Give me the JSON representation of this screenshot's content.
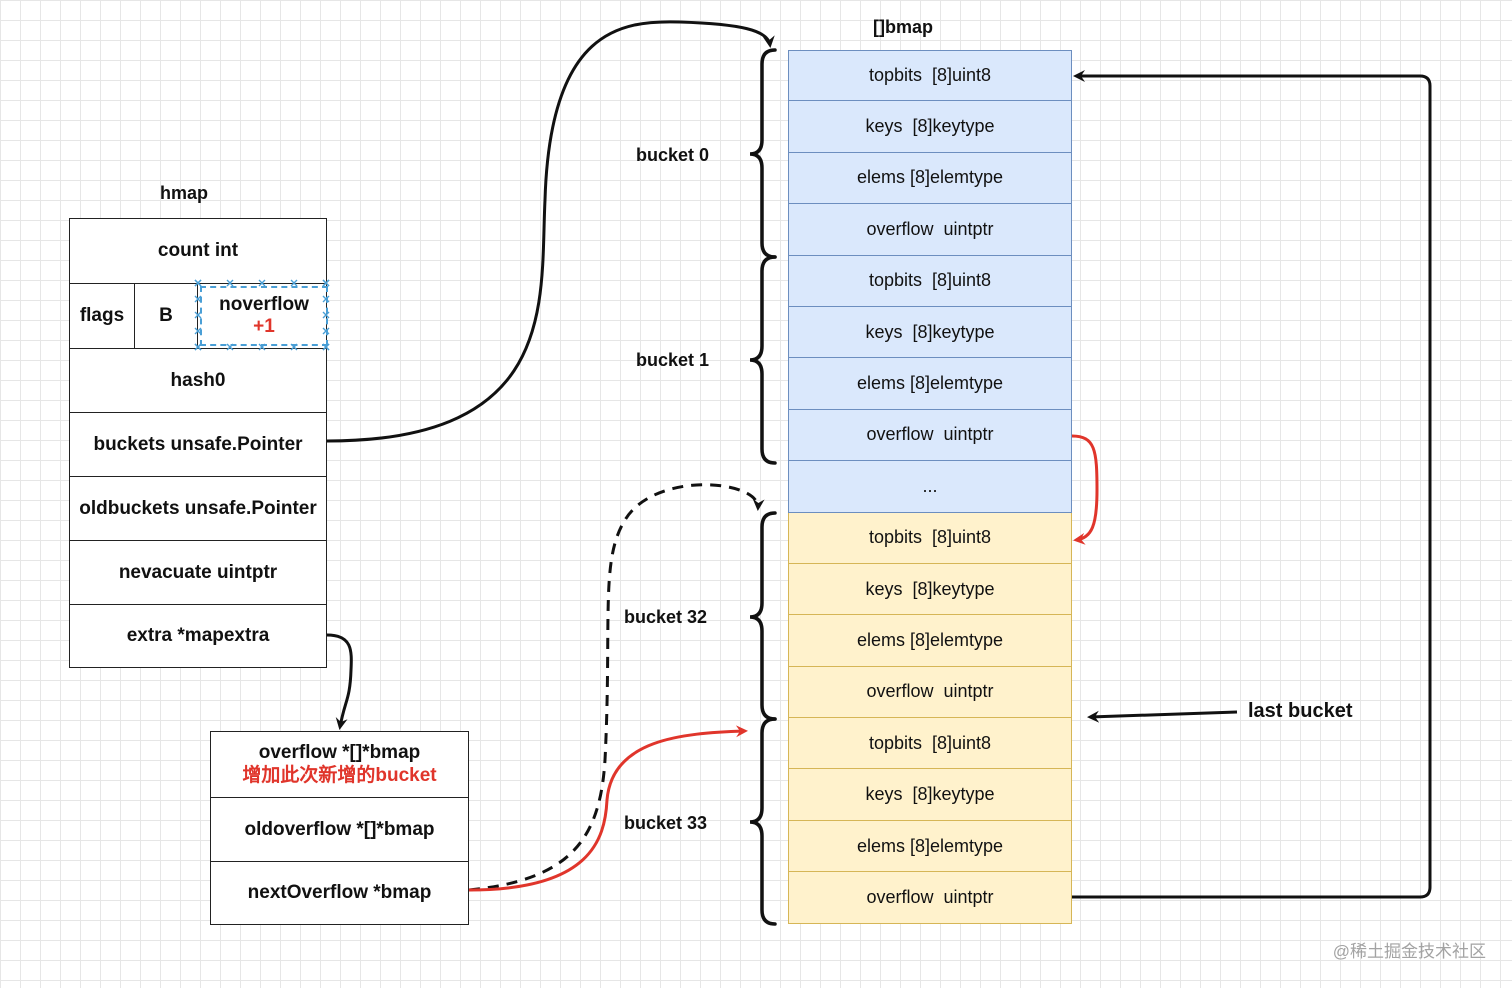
{
  "hmap": {
    "title": "hmap",
    "count": "count int",
    "flags": "flags",
    "b": "B",
    "noverflow": "noverflow",
    "noverflow_note": "+1",
    "hash0": "hash0",
    "buckets": "buckets unsafe.Pointer",
    "oldbuckets": "oldbuckets unsafe.Pointer",
    "nevacuate": "nevacuate uintptr",
    "extra": "extra *mapextra"
  },
  "mapextra": {
    "overflow": "overflow *[]*bmap",
    "overflow_note": "增加此次新增的bucket",
    "oldoverflow": "oldoverflow *[]*bmap",
    "nextoverflow": "nextOverflow *bmap"
  },
  "bmap": {
    "title": "[]bmap",
    "rows": [
      "topbits  [8]uint8",
      "keys  [8]keytype",
      "elems [8]elemtype",
      "overflow  uintptr",
      "topbits  [8]uint8",
      "keys  [8]keytype",
      "elems [8]elemtype",
      "overflow  uintptr",
      "...",
      "topbits  [8]uint8",
      "keys  [8]keytype",
      "elems [8]elemtype",
      "overflow  uintptr",
      "topbits  [8]uint8",
      "keys  [8]keytype",
      "elems [8]elemtype",
      "overflow  uintptr"
    ],
    "row_colors": [
      "blue",
      "blue",
      "blue",
      "blue",
      "blue",
      "blue",
      "blue",
      "blue",
      "blue",
      "yellow",
      "yellow",
      "yellow",
      "yellow",
      "yellow",
      "yellow",
      "yellow",
      "yellow"
    ]
  },
  "labels": {
    "bucket0": "bucket 0",
    "bucket1": "bucket 1",
    "bucket32": "bucket 32",
    "bucket33": "bucket 33",
    "last_bucket": "last bucket"
  },
  "colors": {
    "blue_fill": "#dae8fc",
    "yellow_fill": "#fff2cc",
    "red_accent": "#e0352b",
    "dash_blue": "#4a9fd6"
  },
  "watermark": "@稀土掘金技术社区"
}
